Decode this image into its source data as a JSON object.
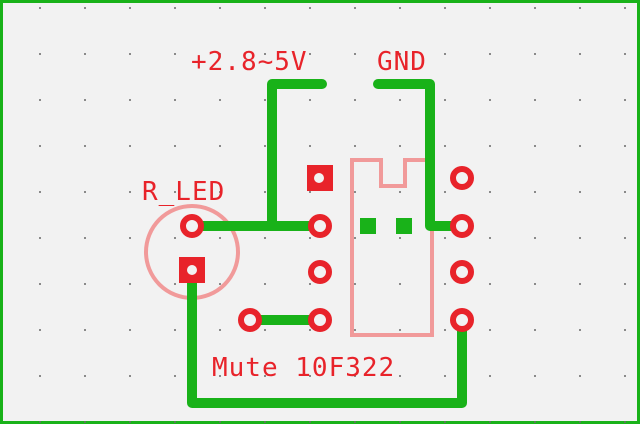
{
  "labels": {
    "supply": "+2.8~5V",
    "ground": "GND",
    "resistor": "R_LED",
    "module": "Mute 10F322"
  },
  "colors": {
    "background": "#f2f2f2",
    "trace": "#19b219",
    "pad": "#e8232a",
    "silkscreen": "#f19a9a",
    "grid": "#6a6a6a"
  }
}
